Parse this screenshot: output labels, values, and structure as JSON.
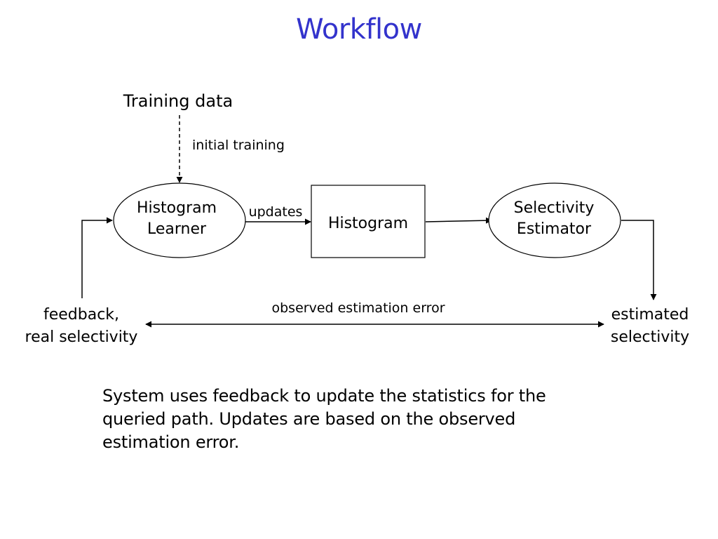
{
  "title": "Workflow",
  "diagram": {
    "training_data": "Training data",
    "initial_training": "initial training",
    "learner": {
      "line1": "Histogram",
      "line2": "Learner"
    },
    "updates": "updates",
    "histogram": "Histogram",
    "estimator": {
      "line1": "Selectivity",
      "line2": "Estimator"
    },
    "observed_error": "observed estimation error",
    "feedback": {
      "line1": "feedback,",
      "line2": "real selectivity"
    },
    "estimated": {
      "line1": "estimated",
      "line2": "selectivity"
    }
  },
  "caption": "System uses feedback to update the statistics for the queried path. Updates are based on the observed estimation error."
}
